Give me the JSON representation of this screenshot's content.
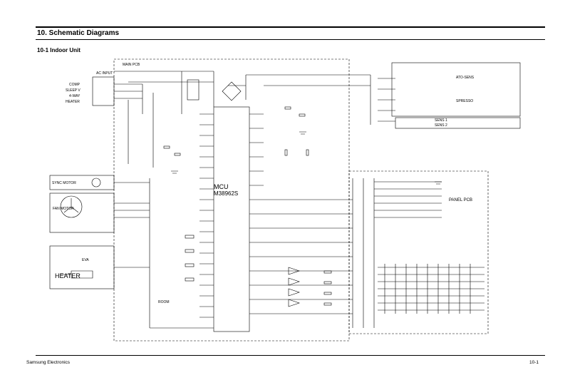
{
  "header": {
    "section_title": "10. Schematic Diagrams",
    "subsection_title": "10-1 Indoor Unit"
  },
  "schematic": {
    "main_pcb_label": "MAIN PCB",
    "panel_pcb_label": "PANEL PCB",
    "mcu_label": "MCU",
    "mcu_part": "M38962S",
    "ac_input_label": "AC INPUT",
    "terminal_labels": [
      "COMP",
      "SLEEP V",
      "4-WAY",
      "HEATER"
    ],
    "sync_motor_label": "SYNC MOTOR",
    "fan_motor_label": "FAN MOTOR",
    "heater_label": "HEATER",
    "eva_label": "EVA",
    "room_label": "ROOM",
    "panel_right_labels": [
      "ATO-SENS",
      "SPRESSO"
    ],
    "sensor_labels": [
      "SENS 1",
      "SENS 2"
    ]
  },
  "footer": {
    "company": "Samsung Electronics",
    "page_number": "10-1"
  }
}
